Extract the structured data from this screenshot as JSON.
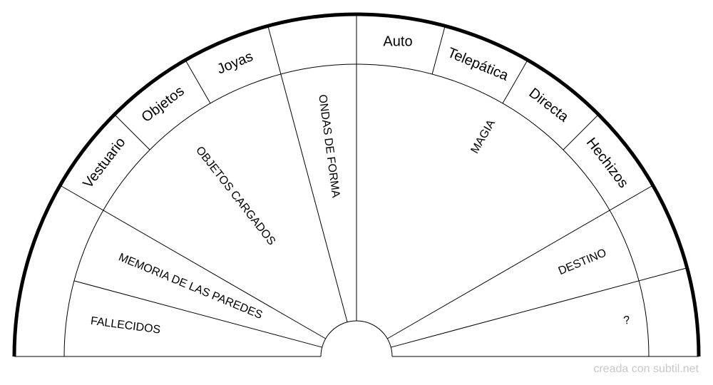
{
  "chart": {
    "outer_ring_labels": [
      "Vestuario",
      "Objetos",
      "Joyas",
      "",
      "Auto",
      "Telepática",
      "Directa",
      "Hechizos"
    ],
    "inner_sector_labels": {
      "fallecidos": "FALLECIDOS",
      "memoria": "MEMORIA DE LAS PAREDES",
      "objetos_cargados": "OBJETOS CARGADOS",
      "ondas": "ONDAS DE FORMA",
      "magia": "MAGIA",
      "destino": "DESTINO",
      "unknown": "?"
    }
  },
  "footer": "creada con subtil.net"
}
